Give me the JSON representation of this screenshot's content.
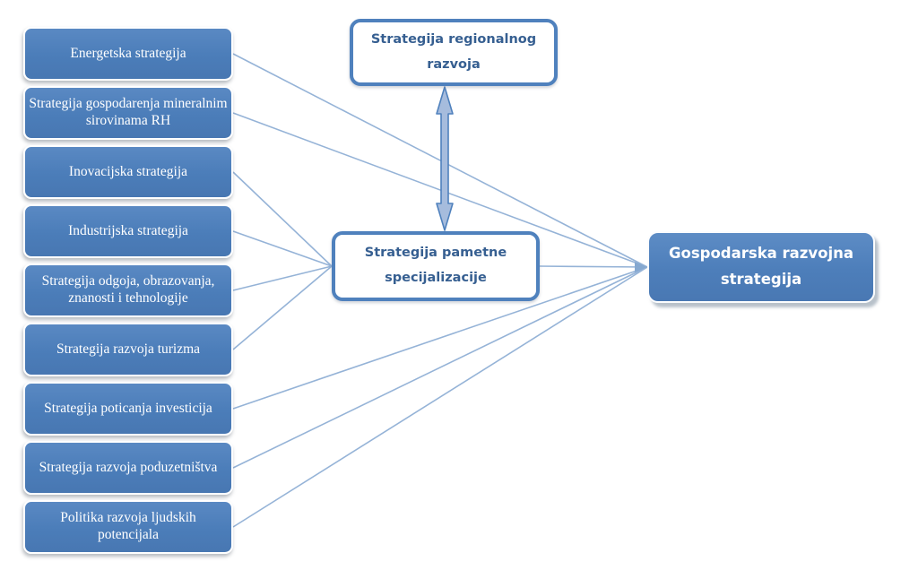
{
  "nodes": {
    "left": [
      {
        "id": "energetska",
        "label": "Energetska strategija"
      },
      {
        "id": "gospodarenja",
        "label": "Strategija gospodarenja mineralnim sirovinama RH"
      },
      {
        "id": "inovacijska",
        "label": "Inovacijska strategija"
      },
      {
        "id": "industrijska",
        "label": "Industrijska strategija"
      },
      {
        "id": "odgoja",
        "label": "Strategija odgoja, obrazovanja, znanosti i tehnologije"
      },
      {
        "id": "turizma",
        "label": "Strategija razvoja turizma"
      },
      {
        "id": "poticanja",
        "label": "Strategija poticanja investicija"
      },
      {
        "id": "poduzetnistva",
        "label": "Strategija razvoja poduzetništva"
      },
      {
        "id": "politika",
        "label": "Politika razvoja ljudskih potencijala"
      }
    ],
    "top": {
      "id": "regionalnog",
      "label": "Strategija regionalnog razvoja"
    },
    "center": {
      "id": "pametne",
      "label": "Strategija pametne specijalizacije"
    },
    "right": {
      "id": "gospodarska",
      "label": "Gospodarska razvojna strategija"
    }
  },
  "connections": [
    {
      "from": "energetska",
      "to": "gospodarska",
      "style": "line"
    },
    {
      "from": "gospodarenja",
      "to": "gospodarska",
      "style": "line"
    },
    {
      "from": "inovacijska",
      "to": "pametne",
      "style": "line"
    },
    {
      "from": "industrijska",
      "to": "pametne",
      "style": "line"
    },
    {
      "from": "odgoja",
      "to": "pametne",
      "style": "line"
    },
    {
      "from": "turizma",
      "to": "pametne",
      "style": "line"
    },
    {
      "from": "poticanja",
      "to": "gospodarska",
      "style": "line"
    },
    {
      "from": "poduzetnistva",
      "to": "gospodarska",
      "style": "line"
    },
    {
      "from": "politika",
      "to": "gospodarska",
      "style": "line"
    },
    {
      "from": "pametne",
      "to": "gospodarska",
      "style": "line",
      "arrowhead": true
    },
    {
      "from": "regionalnog",
      "to": "pametne",
      "style": "double-arrow"
    }
  ],
  "colors": {
    "node_fill": "#4f81bd",
    "node_text": "#ffffff",
    "outline_border": "#4f81bd",
    "outline_text": "#365f91",
    "connector": "#95b3d7",
    "arrowhead": "#85a8d0",
    "arrow_fill": "#a6bcdd",
    "arrow_border": "#4f81bd"
  }
}
